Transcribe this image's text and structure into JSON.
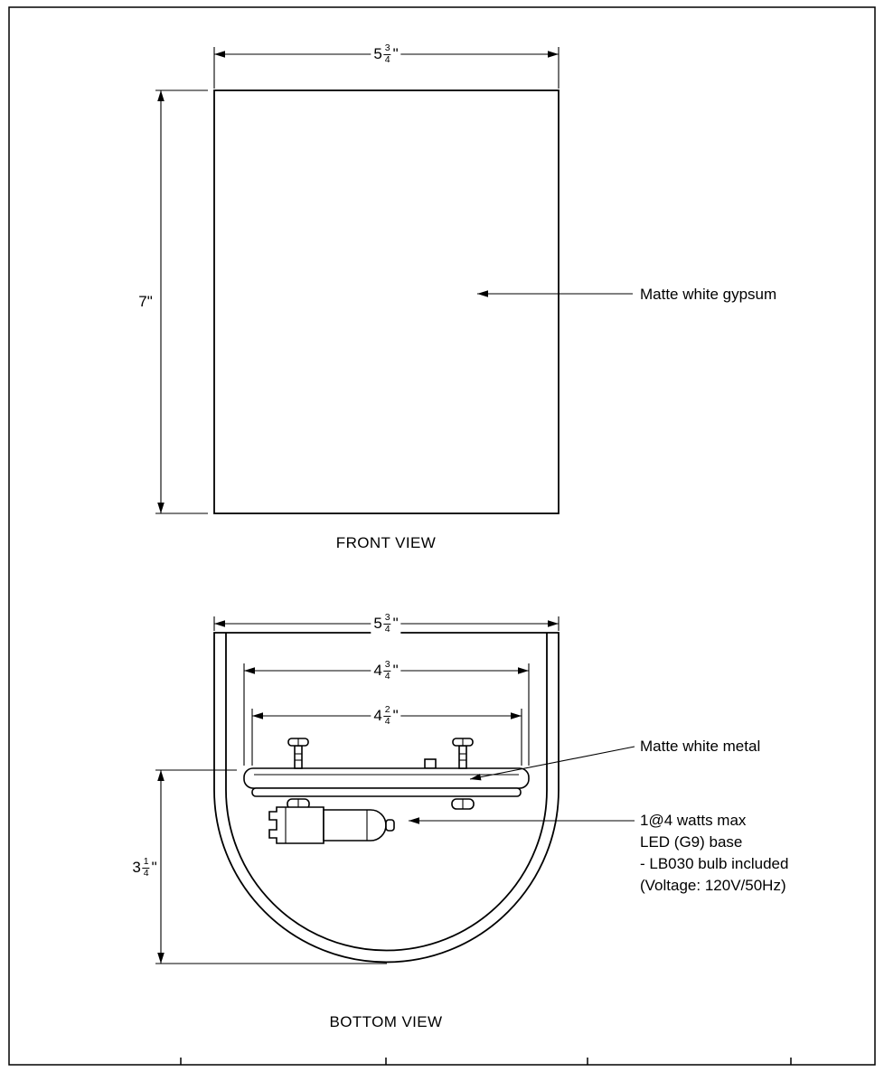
{
  "drawing": {
    "front_view": {
      "title": "FRONT VIEW",
      "material_note": "Matte white gypsum",
      "width": {
        "whole": "5",
        "num": "3",
        "den": "4",
        "unit": "\""
      },
      "height": "7\""
    },
    "bottom_view": {
      "title": "BOTTOM VIEW",
      "metal_note": "Matte white metal",
      "lamp_note_lines": [
        "1@4 watts max",
        "LED (G9) base",
        "- LB030 bulb included",
        "(Voltage: 120V/50Hz)"
      ],
      "overall_width": {
        "whole": "5",
        "num": "3",
        "den": "4",
        "unit": "\""
      },
      "inner_width": {
        "whole": "4",
        "num": "3",
        "den": "4",
        "unit": "\""
      },
      "plate_width": {
        "whole": "4",
        "num": "2",
        "den": "4",
        "unit": "\""
      },
      "depth": {
        "whole": "3",
        "num": "1",
        "den": "4",
        "unit": "\""
      }
    },
    "colors": {
      "line": "#000000",
      "paper": "#ffffff"
    }
  }
}
